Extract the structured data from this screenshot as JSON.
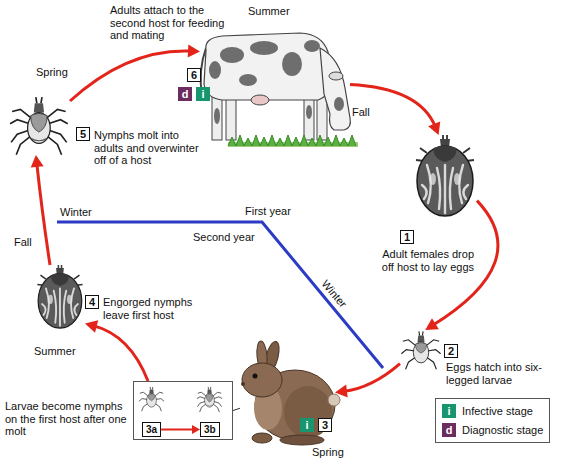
{
  "diagram": {
    "nodes": [
      {
        "text": [
          "1",
          "Adult females drop off host to lay eggs"
        ]
      },
      {
        "text": [
          "2",
          "Eggs hatch into six-legged larvae"
        ]
      },
      {
        "text": [
          "3"
        ]
      },
      {
        "text": [
          "Larvae become nymphs on the first host after one molt"
        ]
      },
      {
        "text": [
          "3a"
        ],
        "in": 3
      },
      {
        "text": [
          "3b"
        ],
        "in": 3
      },
      {
        "text": [
          "4",
          "Engorged nymphs leave first host"
        ]
      },
      {
        "text": [
          "5",
          "Nymphs molt into adults and overwinter off of a host"
        ]
      },
      {
        "text": [
          "6",
          "Adults attach to the second host for feeding and mating"
        ]
      }
    ],
    "edges": [
      {
        "from": 0,
        "to": 1,
        "arrow": "to"
      },
      {
        "from": 1,
        "to": 2,
        "arrow": "to"
      },
      {
        "from": 2,
        "to": 3,
        "arrow": "none"
      },
      {
        "from": 3,
        "to": 6,
        "arrow": "to"
      },
      {
        "from": 4,
        "to": 5,
        "arrow": "to"
      },
      {
        "from": 6,
        "to": 7,
        "arrow": "to"
      },
      {
        "from": 7,
        "to": 8,
        "arrow": "to"
      },
      {
        "from": 8,
        "to": 0,
        "arrow": "to"
      }
    ],
    "labels": [
      "Summer",
      "Fall",
      "Spring",
      "Summer",
      "Fall",
      "Spring",
      "Winter",
      "First year",
      "Second year",
      "Winter",
      "d",
      "i",
      "i",
      "i",
      "d"
    ],
    "legend": [
      {
        "text": "Infective stage",
        "color": "#17956f"
      },
      {
        "text": "Diagnostic stage",
        "color": "#6b2c5f"
      }
    ]
  }
}
